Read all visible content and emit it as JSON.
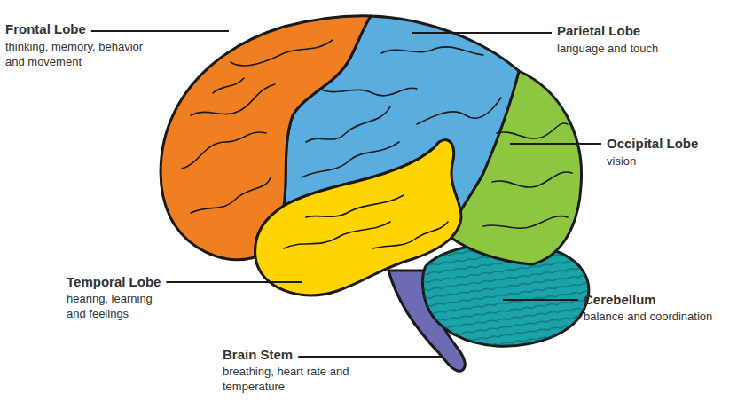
{
  "diagram": {
    "labels": [
      "Frontal Lobe",
      "thinking, memory, behavior and movement",
      "Parietal Lobe",
      "language and touch",
      "Occipital Lobe",
      "vision",
      "Temporal Lobe",
      "hearing, learning and feelings",
      "Cerebellum",
      "balance and coordination",
      "Brain Stem",
      "breathing, heart rate and temperature"
    ]
  }
}
